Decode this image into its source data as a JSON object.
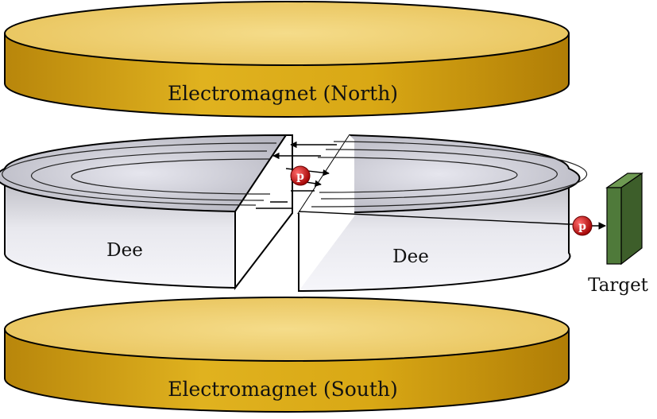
{
  "diagram": {
    "labels": {
      "north_magnet": "Electromagnet (North)",
      "south_magnet": "Electromagnet (South)",
      "dee_left": "Dee",
      "dee_right": "Dee",
      "target": "Target",
      "proton_center": "p",
      "proton_exit": "p"
    },
    "colors": {
      "magnet_top": "#f1cf6e",
      "magnet_side": "#d4a017",
      "magnet_outline": "#000000",
      "dee_top": "#c8c8d0",
      "dee_side": "#e4e4ec",
      "target_face": "#4f7a3a",
      "proton": "#c81414"
    }
  }
}
